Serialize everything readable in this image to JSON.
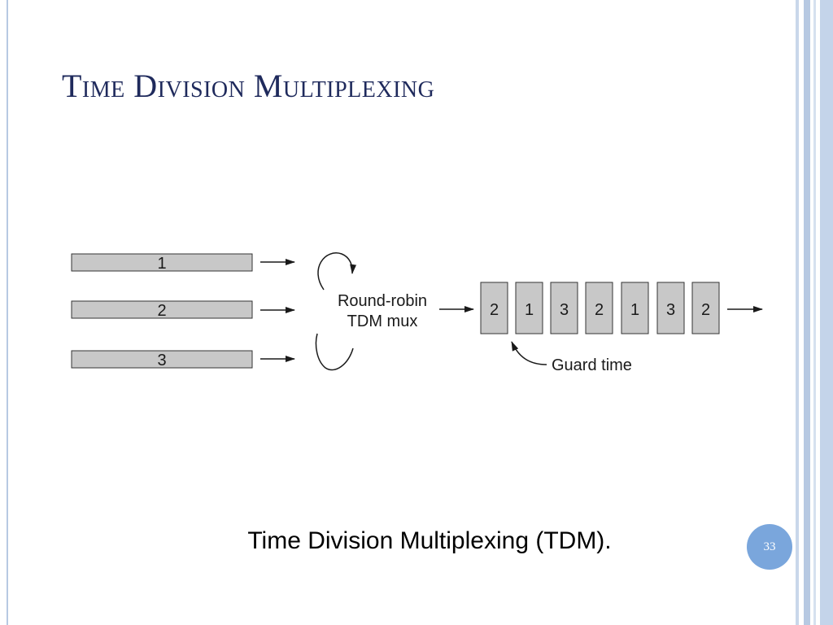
{
  "slide": {
    "title": "Time Division Multiplexing",
    "caption": "Time Division Multiplexing (TDM).",
    "page_number": "33"
  },
  "diagram": {
    "input_lines": [
      "1",
      "2",
      "3"
    ],
    "mux_label_line1": "Round-robin",
    "mux_label_line2": "TDM mux",
    "output_slots": [
      "2",
      "1",
      "3",
      "2",
      "1",
      "3",
      "2"
    ],
    "guard_label": "Guard time"
  },
  "colors": {
    "title": "#1f2a5c",
    "box_fill": "#c8c8c8",
    "page_badge": "#7aa6dc",
    "border_accent": "#b7c9e2"
  }
}
